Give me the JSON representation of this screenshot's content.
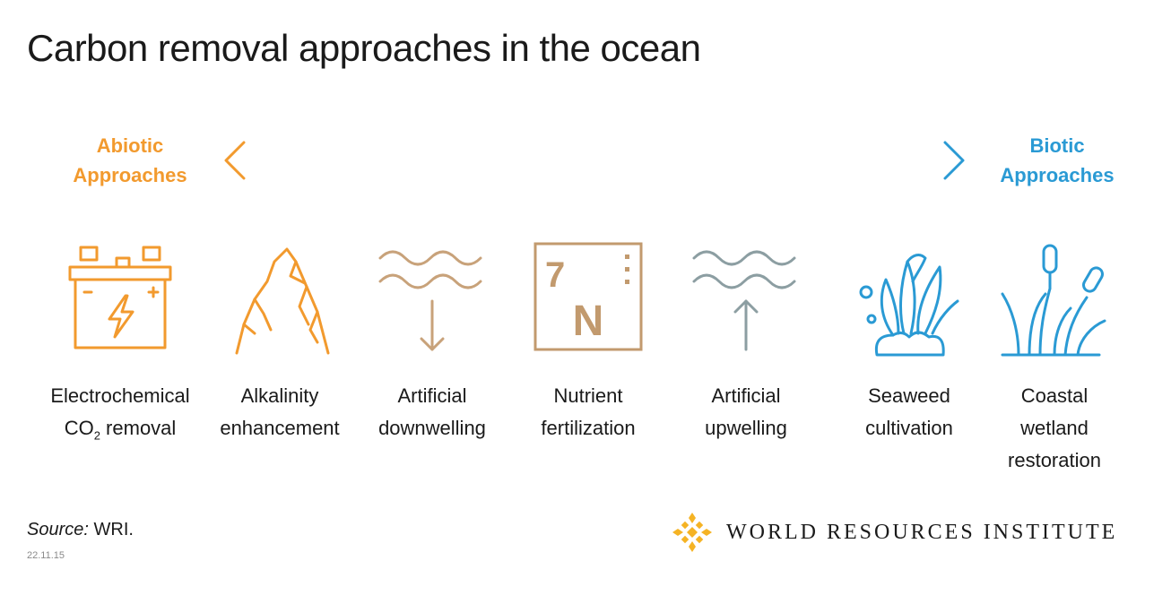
{
  "title": "Carbon removal approaches in the ocean",
  "spectrum": {
    "left_label": [
      "Abiotic",
      "Approaches"
    ],
    "right_label": [
      "Biotic",
      "Approaches"
    ],
    "left_color": "#f29a2e",
    "right_color": "#2a9ad4"
  },
  "approaches": [
    {
      "icon": "battery-icon",
      "label": [
        "Electrochemical",
        "CO",
        "2",
        " removal"
      ],
      "color": "#f29a2e"
    },
    {
      "icon": "rock-icon",
      "label": [
        "Alkalinity",
        "enhancement"
      ],
      "color": "#f29a2e"
    },
    {
      "icon": "downwelling-icon",
      "label": [
        "Artificial",
        "downwelling"
      ],
      "color": "#c8a27a"
    },
    {
      "icon": "nitrogen-element-icon",
      "label": [
        "Nutrient",
        "fertilization"
      ],
      "color": "#c29a6e",
      "element_number": "7",
      "element_symbol": "N"
    },
    {
      "icon": "upwelling-icon",
      "label": [
        "Artificial",
        "upwelling"
      ],
      "color": "#8c9ea2"
    },
    {
      "icon": "seaweed-icon",
      "label": [
        "Seaweed",
        "cultivation"
      ],
      "color": "#2a9ad4"
    },
    {
      "icon": "wetland-icon",
      "label": [
        "Coastal",
        "wetland",
        "restoration"
      ],
      "color": "#2a9ad4"
    }
  ],
  "source": {
    "prefix": "Source:",
    "text": " WRI."
  },
  "date": "22.11.15",
  "logo": {
    "text": "WORLD RESOURCES INSTITUTE",
    "color": "#f5b324"
  }
}
